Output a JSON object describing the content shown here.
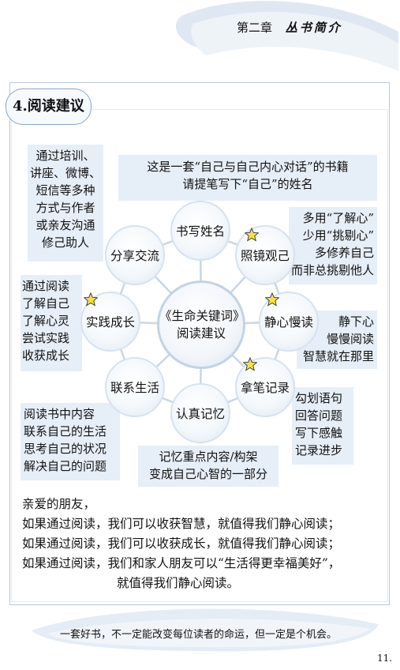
{
  "header": {
    "chapter": "第二章",
    "title": "丛书简介"
  },
  "section": {
    "label": "4.阅读建议"
  },
  "center": {
    "line1": "《生命关键词》",
    "line2": "阅读建议"
  },
  "nodes": {
    "write_name": "书写姓名",
    "reflect": "照镜观己",
    "calm_reading": "静心慢读",
    "take_notes": "拿笔记录",
    "remember": "认真记忆",
    "connect_life": "联系生活",
    "practice": "实践成长",
    "share": "分享交流"
  },
  "notes": {
    "top": [
      "这是一套“自己与自己内心对话”的书籍",
      "请提笔写下“自己”的姓名"
    ],
    "top_left": [
      "通过培训、",
      "讲座、微博、",
      "短信等多种",
      "方式与作者",
      "或亲友沟通",
      "修己助人"
    ],
    "right_upper": [
      "多用“了解心”",
      "少用“挑剔心”",
      "多修养自己",
      "而非总挑剔他人"
    ],
    "left_middle": [
      "通过阅读",
      "了解自己",
      "了解心灵",
      "尝试实践",
      "收获成长"
    ],
    "right_middle": [
      "静下心",
      "慢慢阅读",
      "智慧就在那里"
    ],
    "left_lower": [
      "阅读书中内容",
      "联系自己的生活",
      "思考自己的状况",
      "解决自己的问题"
    ],
    "right_lower": [
      "勾划语句",
      "回答问题",
      "写下感触",
      "记录进步"
    ],
    "bottom": [
      "记忆重点内容/构架",
      "变成自己心智的一部分"
    ]
  },
  "closing": {
    "greeting": "亲爱的朋友，",
    "line1": "如果通过阅读，我们可以收获智慧，就值得我们静心阅读；",
    "line2": "如果通过阅读，我们可以收获成长，就值得我们静心阅读；",
    "line3": "如果通过阅读，我们和家人朋友可以“生活得更幸福美好”，",
    "line4": "就值得我们静心阅读。"
  },
  "footer": {
    "motto": "一套好书，不一定能改变每位读者的命运，但一定是个机会。",
    "page_number": "11."
  },
  "colors": {
    "note_box": "#e6eef7",
    "node_border": "#d7e2ee",
    "spoke": "#c9d6e4",
    "star_fill": "#f6e04a",
    "swoosh": "#d9e4ef"
  },
  "icons": [
    "star-icon"
  ]
}
